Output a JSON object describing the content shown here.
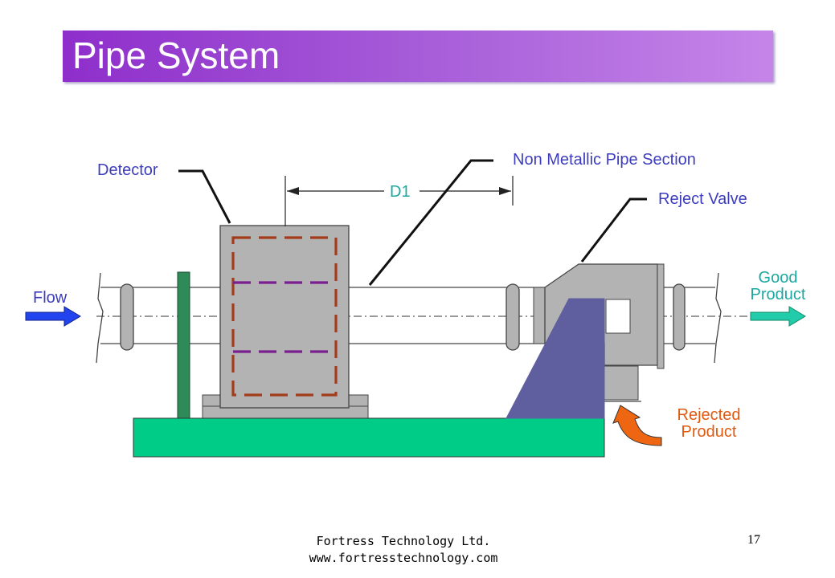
{
  "slide": {
    "title": "Pipe System",
    "page_number": "17"
  },
  "labels": {
    "detector": "Detector",
    "non_metallic_pipe_section": "Non Metallic Pipe Section",
    "d1": "D1",
    "reject_valve": "Reject Valve",
    "flow": "Flow",
    "good_product_line1": "Good",
    "good_product_line2": "Product",
    "rejected_product_line1": "Rejected",
    "rejected_product_line2": "Product"
  },
  "footer": {
    "company": "Fortress Technology Ltd.",
    "website": "www.fortresstechnology.com"
  },
  "colors": {
    "title_gradient_start": "#8e2ecb",
    "title_gradient_end": "#c585e8",
    "label_blue": "#3d3dbd",
    "label_teal": "#1aa8a0",
    "label_orange": "#e05a10",
    "base_green": "#00cc88",
    "detector_grey": "#b3b3b3",
    "coil_dark_orange": "#a33c1a",
    "coil_purple": "#7a1f8f",
    "product_slate": "#5f5fa0",
    "flow_arrow_blue": "#2244ee",
    "good_arrow_teal": "#22ccaa",
    "reject_arrow_orange": "#ee6611"
  }
}
